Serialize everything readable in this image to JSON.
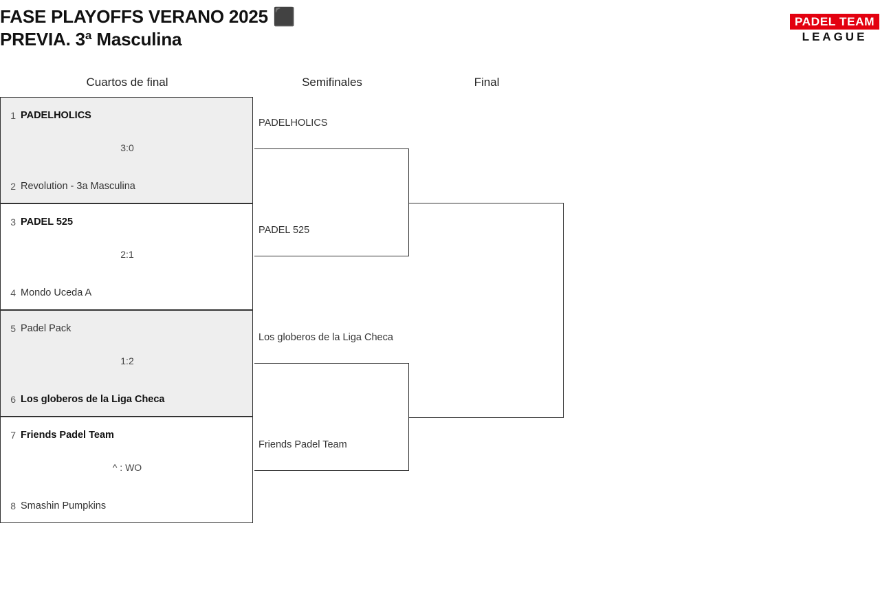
{
  "header": {
    "title_line1": "FASE PLAYOFFS VERANO 2025 ⬛",
    "title_line2": "PREVIA. 3ª Masculina"
  },
  "logo": {
    "top_text": "PADEL TEAM",
    "bottom_text": "LEAGUE",
    "red": "#e3000f",
    "black": "#111111",
    "white": "#ffffff"
  },
  "rounds": [
    {
      "label": "Cuartos de final"
    },
    {
      "label": "Semifinales"
    },
    {
      "label": "Final"
    }
  ],
  "quarterfinals": [
    {
      "shaded": true,
      "top": {
        "seed": "1",
        "team": "PADELHOLICS",
        "winner": true
      },
      "bottom": {
        "seed": "2",
        "team": "Revolution - 3a Masculina",
        "winner": false
      },
      "score": "3:0"
    },
    {
      "shaded": false,
      "top": {
        "seed": "3",
        "team": "PADEL 525",
        "winner": true
      },
      "bottom": {
        "seed": "4",
        "team": "Mondo Uceda A",
        "winner": false
      },
      "score": "2:1"
    },
    {
      "shaded": true,
      "top": {
        "seed": "5",
        "team": "Padel Pack",
        "winner": false
      },
      "bottom": {
        "seed": "6",
        "team": "Los globeros de la Liga Checa",
        "winner": true
      },
      "score": "1:2"
    },
    {
      "shaded": false,
      "top": {
        "seed": "7",
        "team": "Friends Padel Team",
        "winner": true
      },
      "bottom": {
        "seed": "8",
        "team": "Smashin Pumpkins",
        "winner": false
      },
      "score": "^ : WO"
    }
  ],
  "semifinals": [
    {
      "top_label": "PADELHOLICS",
      "bottom_label": "PADEL 525"
    },
    {
      "top_label": "Los globeros de la Liga Checa",
      "bottom_label": "Friends Padel Team"
    }
  ],
  "final": {
    "top_label": "",
    "bottom_label": ""
  }
}
